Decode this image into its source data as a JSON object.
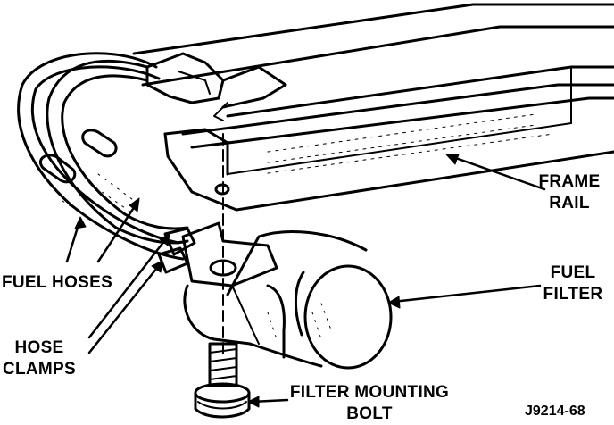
{
  "labels": {
    "frame_rail": [
      "FRAME",
      "RAIL"
    ],
    "fuel_hoses": "FUEL HOSES",
    "fuel_filter": [
      "FUEL",
      "FILTER"
    ],
    "hose_clamps": [
      "HOSE",
      "CLAMPS"
    ],
    "filter_mounting_bolt": [
      "FILTER MOUNTING",
      "BOLT"
    ]
  },
  "figure_id": "J9214-68",
  "colors": {
    "ink": "#000000",
    "paper": "#ffffff"
  }
}
